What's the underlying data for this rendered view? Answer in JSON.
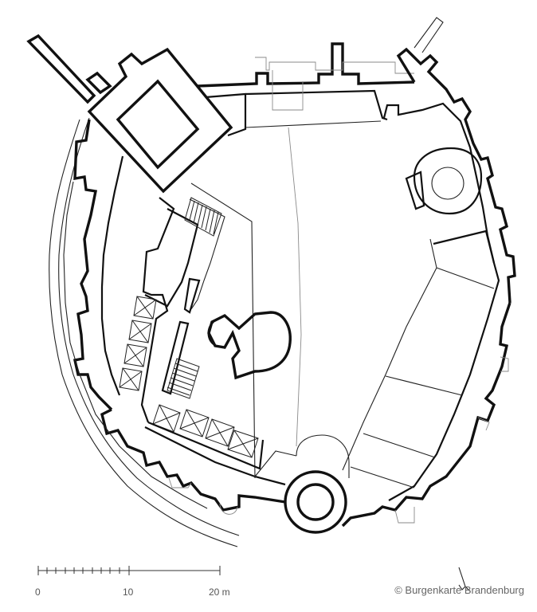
{
  "scale_bar": {
    "ticks": [
      "0",
      "10",
      "20 m"
    ]
  },
  "credit": "© Burgenkarte Brandenburg",
  "colors": {
    "ink": "#111111",
    "faint": "#8a8a8a",
    "label": "#666666"
  }
}
